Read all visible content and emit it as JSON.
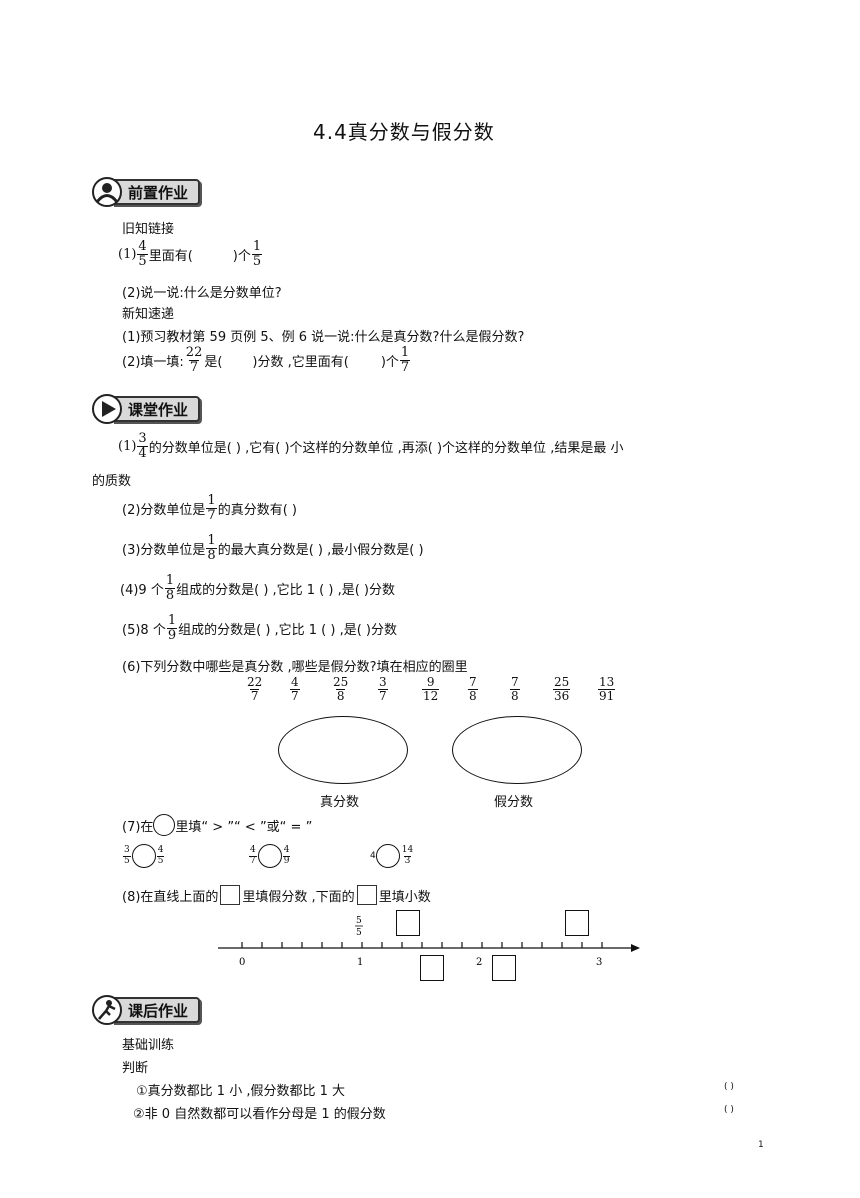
{
  "title": "4.4真分数与假分数",
  "sections": {
    "pre": "前置作业",
    "class": "课堂作业",
    "after": "课后作业"
  },
  "pre": {
    "old_link": "旧知链接",
    "q1_num": "(1)",
    "q1_text1": "里面有(",
    "q1_text2": ")个",
    "q1_frac_a": {
      "n": "4",
      "d": "5"
    },
    "q1_frac_b": {
      "n": "1",
      "d": "5"
    },
    "q2": "(2)说一说:什么是分数单位?",
    "new_link": "新知速递",
    "n1": "(1)预习教材第 59 页例 5、例 6  说一说:什么是真分数?什么是假分数?",
    "n2_a": "(2)填一填:",
    "n2_frac": {
      "n": "22",
      "d": "7"
    },
    "n2_b": "是(",
    "n2_c": ")分数 ,它里面有(",
    "n2_d": ")个",
    "n2_frac2": {
      "n": "1",
      "d": "7"
    }
  },
  "class": {
    "c1_num": "(1)",
    "c1_frac": {
      "n": "3",
      "d": "4"
    },
    "c1_text": "的分数单位是(        ) ,它有(        )个这样的分数单位 ,再添(        )个这样的分数单位 ,结果是最  小",
    "c1_cont": "的质数",
    "c2_a": "(2)分数单位是",
    "c2_frac": {
      "n": "1",
      "d": "7"
    },
    "c2_b": "的真分数有(                                                        )",
    "c3_a": "(3)分数单位是",
    "c3_frac": {
      "n": "1",
      "d": "8"
    },
    "c3_b": "的最大真分数是(        ) ,最小假分数是(        )",
    "c4_a": "(4)9 个",
    "c4_frac": {
      "n": "1",
      "d": "8"
    },
    "c4_b": "组成的分数是(        ) ,它比 1  (        ) ,是(        )分数",
    "c5_a": "(5)8 个",
    "c5_frac": {
      "n": "1",
      "d": "9"
    },
    "c5_b": "组成的分数是(        ) ,它比 1  (        ) ,是(        )分数",
    "c6": "(6)下列分数中哪些是真分数 ,哪些是假分数?填在相应的圈里",
    "fractions": [
      {
        "n": "22",
        "d": "7"
      },
      {
        "n": "4",
        "d": "7"
      },
      {
        "n": "25",
        "d": "8"
      },
      {
        "n": "3",
        "d": "7"
      },
      {
        "n": "9",
        "d": "12"
      },
      {
        "n": "7",
        "d": "8"
      },
      {
        "n": "7",
        "d": "8"
      },
      {
        "n": "25",
        "d": "36"
      },
      {
        "n": "13",
        "d": "91"
      }
    ],
    "ellipse_label_1": "真分数",
    "ellipse_label_2": "假分数",
    "c7_a": "(7)在",
    "c7_b": "里填“ > ”“ < ”或“ = ”",
    "compare": [
      {
        "l": {
          "n": "3",
          "d": "5"
        },
        "r": {
          "n": "4",
          "d": "5"
        }
      },
      {
        "l": {
          "n": "4",
          "d": "7"
        },
        "r": {
          "n": "4",
          "d": "9"
        }
      },
      {
        "l_whole": "4",
        "r": {
          "n": "14",
          "d": "3"
        }
      }
    ],
    "c8_a": "(8)在直线上面的",
    "c8_b": "里填假分数 ,下面的",
    "c8_c": "里填小数",
    "line_labels": [
      "0",
      "1",
      "2",
      "3"
    ],
    "line_frac": {
      "n": "5",
      "d": "5"
    }
  },
  "after": {
    "basic": "基础训练",
    "judge": "判断",
    "j1": "①真分数都比 1 小 ,假分数都比 1  大",
    "j2": "②非 0  自然数都可以看作分母是 1  的假分数",
    "paren": "(        )"
  },
  "page_number": "1"
}
